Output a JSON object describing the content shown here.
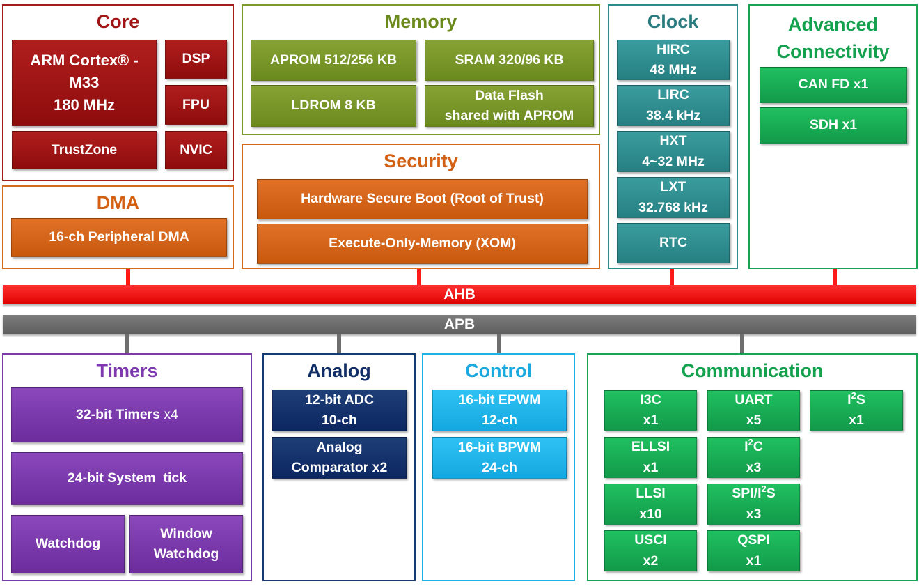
{
  "core": {
    "title": "Core",
    "cpu": [
      "ARM Cortex® -",
      "M33",
      "180 MHz"
    ],
    "dsp": "DSP",
    "fpu": "FPU",
    "nvic": "NVIC",
    "trustzone": "TrustZone"
  },
  "memory": {
    "title": "Memory",
    "aprom": "APROM 512/256 KB",
    "sram": "SRAM 320/96 KB",
    "ldrom": "LDROM 8 KB",
    "dataflash": [
      "Data Flash",
      "shared with APROM"
    ]
  },
  "clock": {
    "title": "Clock",
    "items": [
      [
        "HIRC",
        "48 MHz"
      ],
      [
        "LIRC",
        "38.4 kHz"
      ],
      [
        "HXT",
        "4~32 MHz"
      ],
      [
        "LXT",
        "32.768 kHz"
      ],
      [
        "RTC"
      ]
    ]
  },
  "advanced": {
    "title": [
      "Advanced",
      "Connectivity"
    ],
    "items": [
      "CAN FD x1",
      "SDH x1"
    ]
  },
  "dma": {
    "title": "DMA",
    "item": "16-ch Peripheral DMA"
  },
  "security": {
    "title": "Security",
    "items": [
      "Hardware Secure Boot (Root of Trust)",
      "Execute-Only-Memory (XOM)"
    ]
  },
  "buses": {
    "ahb": "AHB",
    "apb": "APB"
  },
  "timers": {
    "title": "Timers",
    "timer32": "32-bit Timers",
    "timer32_count": "x4",
    "systick": "24-bit System  tick",
    "watchdog": "Watchdog",
    "window_watchdog": [
      "Window",
      "Watchdog"
    ]
  },
  "analog": {
    "title": "Analog",
    "items": [
      [
        "12-bit ADC",
        "10-ch"
      ],
      [
        "Analog",
        "Comparator x2"
      ]
    ]
  },
  "control": {
    "title": "Control",
    "items": [
      [
        "16-bit EPWM",
        "12-ch"
      ],
      [
        "16-bit BPWM",
        "24-ch"
      ]
    ]
  },
  "communication": {
    "title": "Communication",
    "i3c": [
      "I3C",
      "x1"
    ],
    "uart": [
      "UART",
      "x5"
    ],
    "i2s": {
      "pre": "I",
      "sup": "2",
      "post": "S",
      "count": "x1"
    },
    "ellsi": [
      "ELLSI",
      "x1"
    ],
    "i2c": {
      "pre": "I",
      "sup": "2",
      "post": "C",
      "count": "x3"
    },
    "llsi": [
      "LLSI",
      "x10"
    ],
    "spi_i2s": {
      "pre": "SPI/I",
      "sup": "2",
      "post": "S",
      "count": "x3"
    },
    "usci": [
      "USCI",
      "x2"
    ],
    "qspi": [
      "QSPI",
      "x1"
    ]
  },
  "colors": {
    "ahb": "#ff1a1a",
    "apb": "#6e6e6e"
  }
}
